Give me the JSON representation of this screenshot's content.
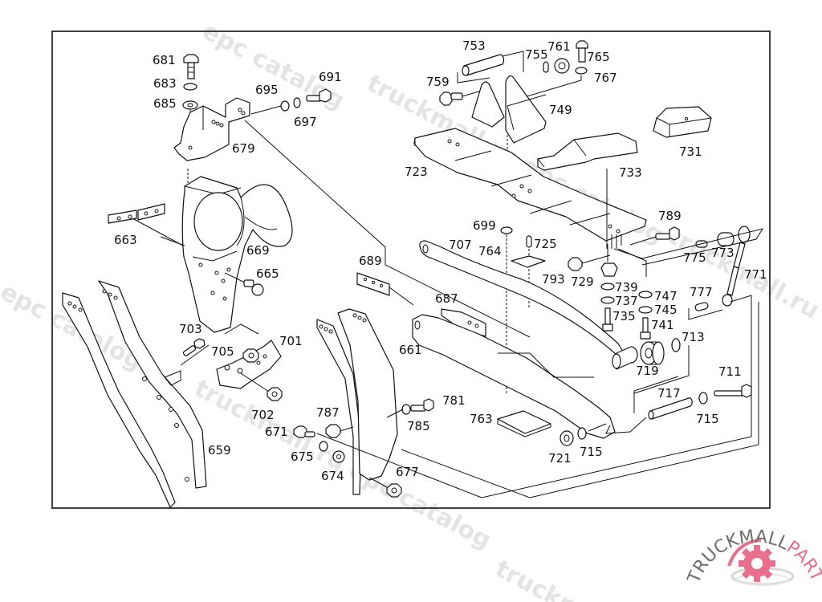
{
  "diagram": {
    "type": "exploded-parts-view",
    "subject": "Truck front cab suspension / frame bracket assembly",
    "callouts": [
      {
        "id": "681",
        "label": "681",
        "part": "bolt"
      },
      {
        "id": "683",
        "label": "683",
        "part": "spring-washer"
      },
      {
        "id": "685",
        "label": "685",
        "part": "washer"
      },
      {
        "id": "695",
        "label": "695",
        "part": "washer"
      },
      {
        "id": "697",
        "label": "697",
        "part": "spring-washer"
      },
      {
        "id": "691",
        "label": "691",
        "part": "bolt"
      },
      {
        "id": "679",
        "label": "679",
        "part": "bracket"
      },
      {
        "id": "663",
        "label": "663",
        "part": "plate"
      },
      {
        "id": "669",
        "label": "669",
        "part": "bracket-housing"
      },
      {
        "id": "665",
        "label": "665",
        "part": "bolt"
      },
      {
        "id": "689",
        "label": "689",
        "part": "plate"
      },
      {
        "id": "687",
        "label": "687",
        "part": "bracket"
      },
      {
        "id": "661",
        "label": "661",
        "part": "frame-side-member"
      },
      {
        "id": "659",
        "label": "659",
        "part": "frame-side-member"
      },
      {
        "id": "703",
        "label": "703",
        "part": "bolt"
      },
      {
        "id": "705",
        "label": "705",
        "part": "nut"
      },
      {
        "id": "701",
        "label": "701",
        "part": "bracket"
      },
      {
        "id": "702",
        "label": "702",
        "part": "nut"
      },
      {
        "id": "671",
        "label": "671",
        "part": "bolt"
      },
      {
        "id": "675",
        "label": "675",
        "part": "spring-washer"
      },
      {
        "id": "674",
        "label": "674",
        "part": "spacer"
      },
      {
        "id": "787",
        "label": "787",
        "part": "nut"
      },
      {
        "id": "785",
        "label": "785",
        "part": "spring-washer"
      },
      {
        "id": "781",
        "label": "781",
        "part": "bolt"
      },
      {
        "id": "677",
        "label": "677",
        "part": "nut"
      },
      {
        "id": "753",
        "label": "753",
        "part": "pin"
      },
      {
        "id": "755",
        "label": "755",
        "part": "clip"
      },
      {
        "id": "761",
        "label": "761",
        "part": "nut"
      },
      {
        "id": "765",
        "label": "765",
        "part": "bolt"
      },
      {
        "id": "767",
        "label": "767",
        "part": "spring-washer"
      },
      {
        "id": "759",
        "label": "759",
        "part": "bolt"
      },
      {
        "id": "749",
        "label": "749",
        "part": "bracket"
      },
      {
        "id": "731",
        "label": "731",
        "part": "rubber-pad"
      },
      {
        "id": "723",
        "label": "723",
        "part": "cross-member"
      },
      {
        "id": "733",
        "label": "733",
        "part": "support"
      },
      {
        "id": "699",
        "label": "699",
        "part": "washer"
      },
      {
        "id": "725",
        "label": "725",
        "part": "pin"
      },
      {
        "id": "707",
        "label": "707",
        "part": "arm"
      },
      {
        "id": "764",
        "label": "764",
        "part": "plate"
      },
      {
        "id": "793",
        "label": "793",
        "part": "plate"
      },
      {
        "id": "789",
        "label": "789",
        "part": "bolt"
      },
      {
        "id": "775",
        "label": "775",
        "part": "bushing"
      },
      {
        "id": "773",
        "label": "773",
        "part": "bushing"
      },
      {
        "id": "771",
        "label": "771",
        "part": "shock-absorber"
      },
      {
        "id": "729",
        "label": "729",
        "part": "buffer"
      },
      {
        "id": "739",
        "label": "739",
        "part": "washer"
      },
      {
        "id": "737",
        "label": "737",
        "part": "spring-washer"
      },
      {
        "id": "735",
        "label": "735",
        "part": "bolt"
      },
      {
        "id": "747",
        "label": "747",
        "part": "washer"
      },
      {
        "id": "745",
        "label": "745",
        "part": "spring-washer"
      },
      {
        "id": "741",
        "label": "741",
        "part": "bolt"
      },
      {
        "id": "777",
        "label": "777",
        "part": "bushing"
      },
      {
        "id": "713",
        "label": "713",
        "part": "washer"
      },
      {
        "id": "719",
        "label": "719",
        "part": "bushing"
      },
      {
        "id": "711",
        "label": "711",
        "part": "bolt"
      },
      {
        "id": "717",
        "label": "717",
        "part": "pin"
      },
      {
        "id": "715",
        "label": "715",
        "part": "washer"
      },
      {
        "id": "715b",
        "label": "715",
        "part": "washer"
      },
      {
        "id": "721",
        "label": "721",
        "part": "nut"
      },
      {
        "id": "763",
        "label": "763",
        "part": "plate"
      }
    ]
  },
  "watermarks": [
    "truckmall.ru epc catalog"
  ],
  "brand": {
    "logo_primary": "TRUCKMALL",
    "logo_secondary": "PARTS",
    "primary_color": "#6e6e6e",
    "accent_color": "#e8708e"
  }
}
